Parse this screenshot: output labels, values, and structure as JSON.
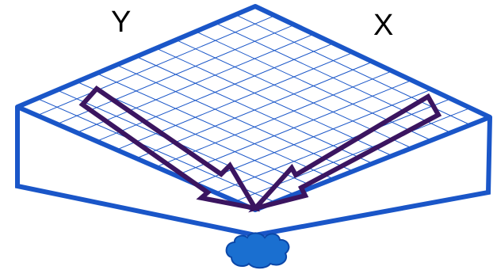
{
  "labels": {
    "y_axis": "Y",
    "x_axis": "X"
  },
  "colors": {
    "outline": "#1a56c8",
    "grid": "#1a56c8",
    "arrow": "#3b1560",
    "cloud_fill": "#1a6fd0",
    "cloud_stroke": "#0b47a8",
    "background": "#ffffff"
  },
  "grid": {
    "divisions": 12
  }
}
